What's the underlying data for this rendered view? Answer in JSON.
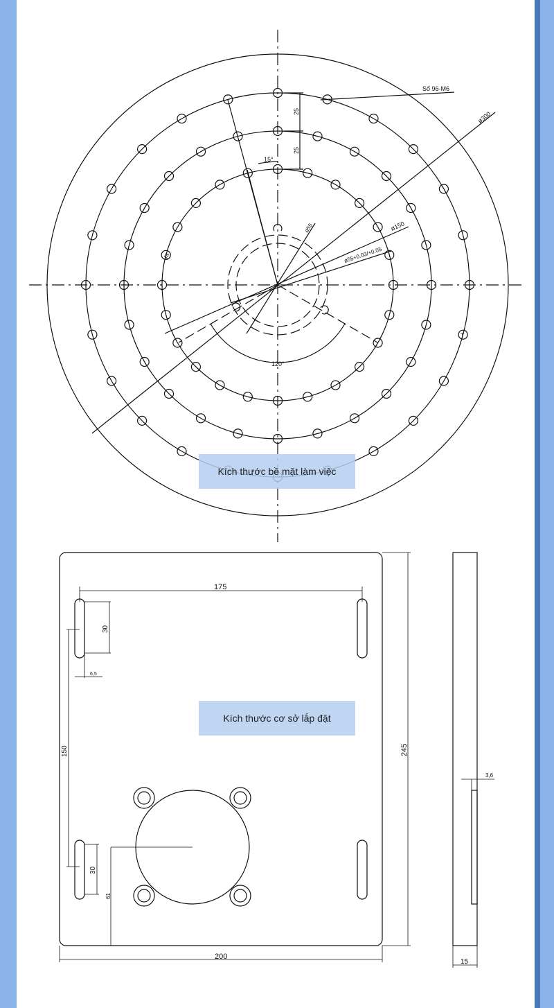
{
  "top_drawing": {
    "caption": "Kích thước bề mặt làm việc",
    "hole_note": "Số 96-M6",
    "dia_outer": "ø300",
    "dia_mid": "ø150",
    "dia_center": "ø55",
    "dia_bore": "ø55+0.03/+0.05",
    "pitch_1": "25",
    "pitch_2": "25",
    "angle_small": "15°",
    "angle_large": "120°",
    "left_tag": "Va",
    "right_tag": "T"
  },
  "bottom_drawing": {
    "caption": "Kích thước cơ sở lắp đặt",
    "dim_top_slot_span": "175",
    "dim_slot_length_top": "30",
    "dim_slot_width": "6,5",
    "dim_slot_vertical_spacing": "150",
    "dim_slot_length_bottom": "30",
    "dim_hub_offset": "61",
    "dim_width": "200",
    "dim_height": "245",
    "dim_step": "3,6",
    "dim_thickness": "15"
  }
}
